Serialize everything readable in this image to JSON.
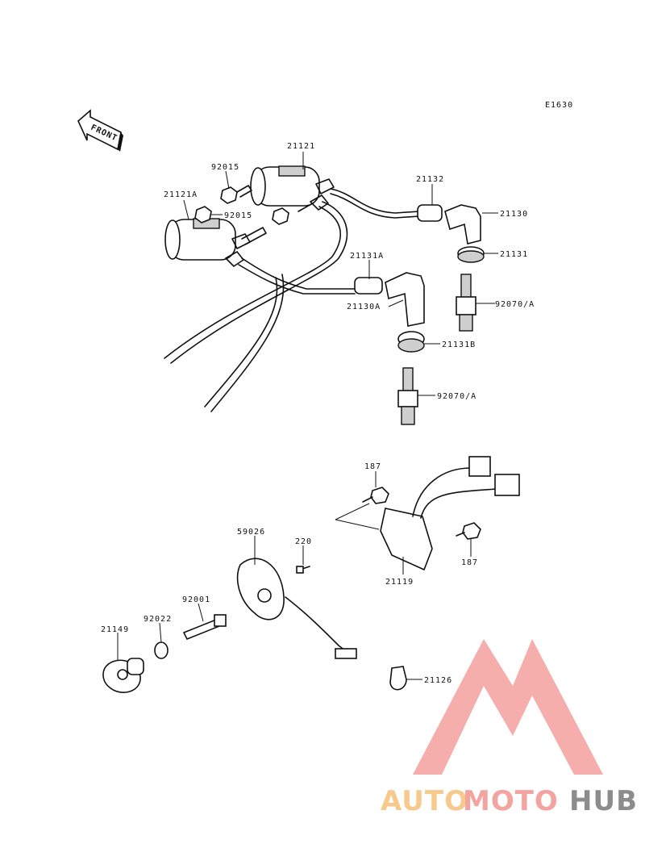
{
  "diagram": {
    "code": "E1630",
    "front_label": "FRONT",
    "callouts": [
      {
        "id": "21121",
        "text": "21121"
      },
      {
        "id": "92015a",
        "text": "92015"
      },
      {
        "id": "21121A",
        "text": "21121A"
      },
      {
        "id": "92015b",
        "text": "92015"
      },
      {
        "id": "21132",
        "text": "21132"
      },
      {
        "id": "21130",
        "text": "21130"
      },
      {
        "id": "21131",
        "text": "21131"
      },
      {
        "id": "21131A",
        "text": "21131A"
      },
      {
        "id": "21130A",
        "text": "21130A"
      },
      {
        "id": "92070a",
        "text": "92070/A"
      },
      {
        "id": "21131B",
        "text": "21131B"
      },
      {
        "id": "92070b",
        "text": "92070/A"
      },
      {
        "id": "187a",
        "text": "187"
      },
      {
        "id": "187b",
        "text": "187"
      },
      {
        "id": "21119",
        "text": "21119"
      },
      {
        "id": "59026",
        "text": "59026"
      },
      {
        "id": "220",
        "text": "220"
      },
      {
        "id": "92001",
        "text": "92001"
      },
      {
        "id": "92022",
        "text": "92022"
      },
      {
        "id": "21149",
        "text": "21149"
      },
      {
        "id": "21126",
        "text": "21126"
      }
    ]
  },
  "watermark": {
    "word_part_1": "AUTO",
    "word_part_2": "MOTO",
    "word_part_3": "HUB",
    "colors": {
      "auto": "#f7c98c",
      "moto": "#f3a3a0",
      "hub": "#8c8c8c",
      "logo": "#f4a09d"
    }
  }
}
